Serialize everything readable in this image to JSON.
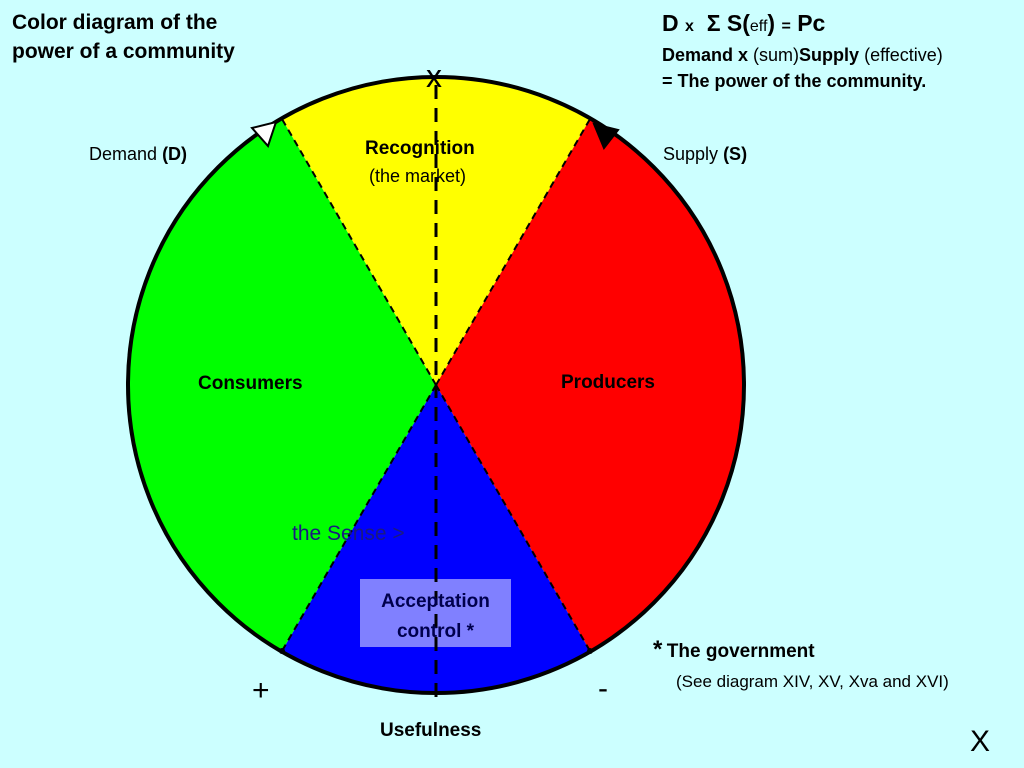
{
  "title": {
    "line1": "Color diagram of the",
    "line2": "power of a community"
  },
  "formula": {
    "line1": {
      "d": "D",
      "x": "x",
      "sigma_s": "Σ S(",
      "eff": "eff",
      "close": ")",
      "eq": "=",
      "pc": "Pc"
    },
    "line2": {
      "demand": "Demand x",
      "sum": "(sum)",
      "supply": "Supply",
      "effective": "(effective)"
    },
    "line3": "= The power of the community."
  },
  "labels": {
    "demand": {
      "text": "Demand",
      "abbr": "(D)"
    },
    "supply": {
      "text": "Supply",
      "abbr": "(S)"
    },
    "recognition": "Recognition",
    "market": "(the market)",
    "consumers": "Consumers",
    "producers": "Producers",
    "sense": "the Sense >",
    "acceptation_line1": "Acceptation",
    "acceptation_line2": "control *",
    "usefulness": "Usefulness",
    "top_x": "x",
    "plus": "+",
    "minus": "-",
    "corner_x": "X"
  },
  "government": {
    "star": "*",
    "title": "The government",
    "note": "(See diagram XIV, XV, Xva and XVI)"
  },
  "colors": {
    "background": "#ccffff",
    "recognition": "#ffff00",
    "consumers": "#00ff00",
    "producers": "#ff0000",
    "acceptation": "#0000ff",
    "acceptation_box": "#8080ff"
  }
}
